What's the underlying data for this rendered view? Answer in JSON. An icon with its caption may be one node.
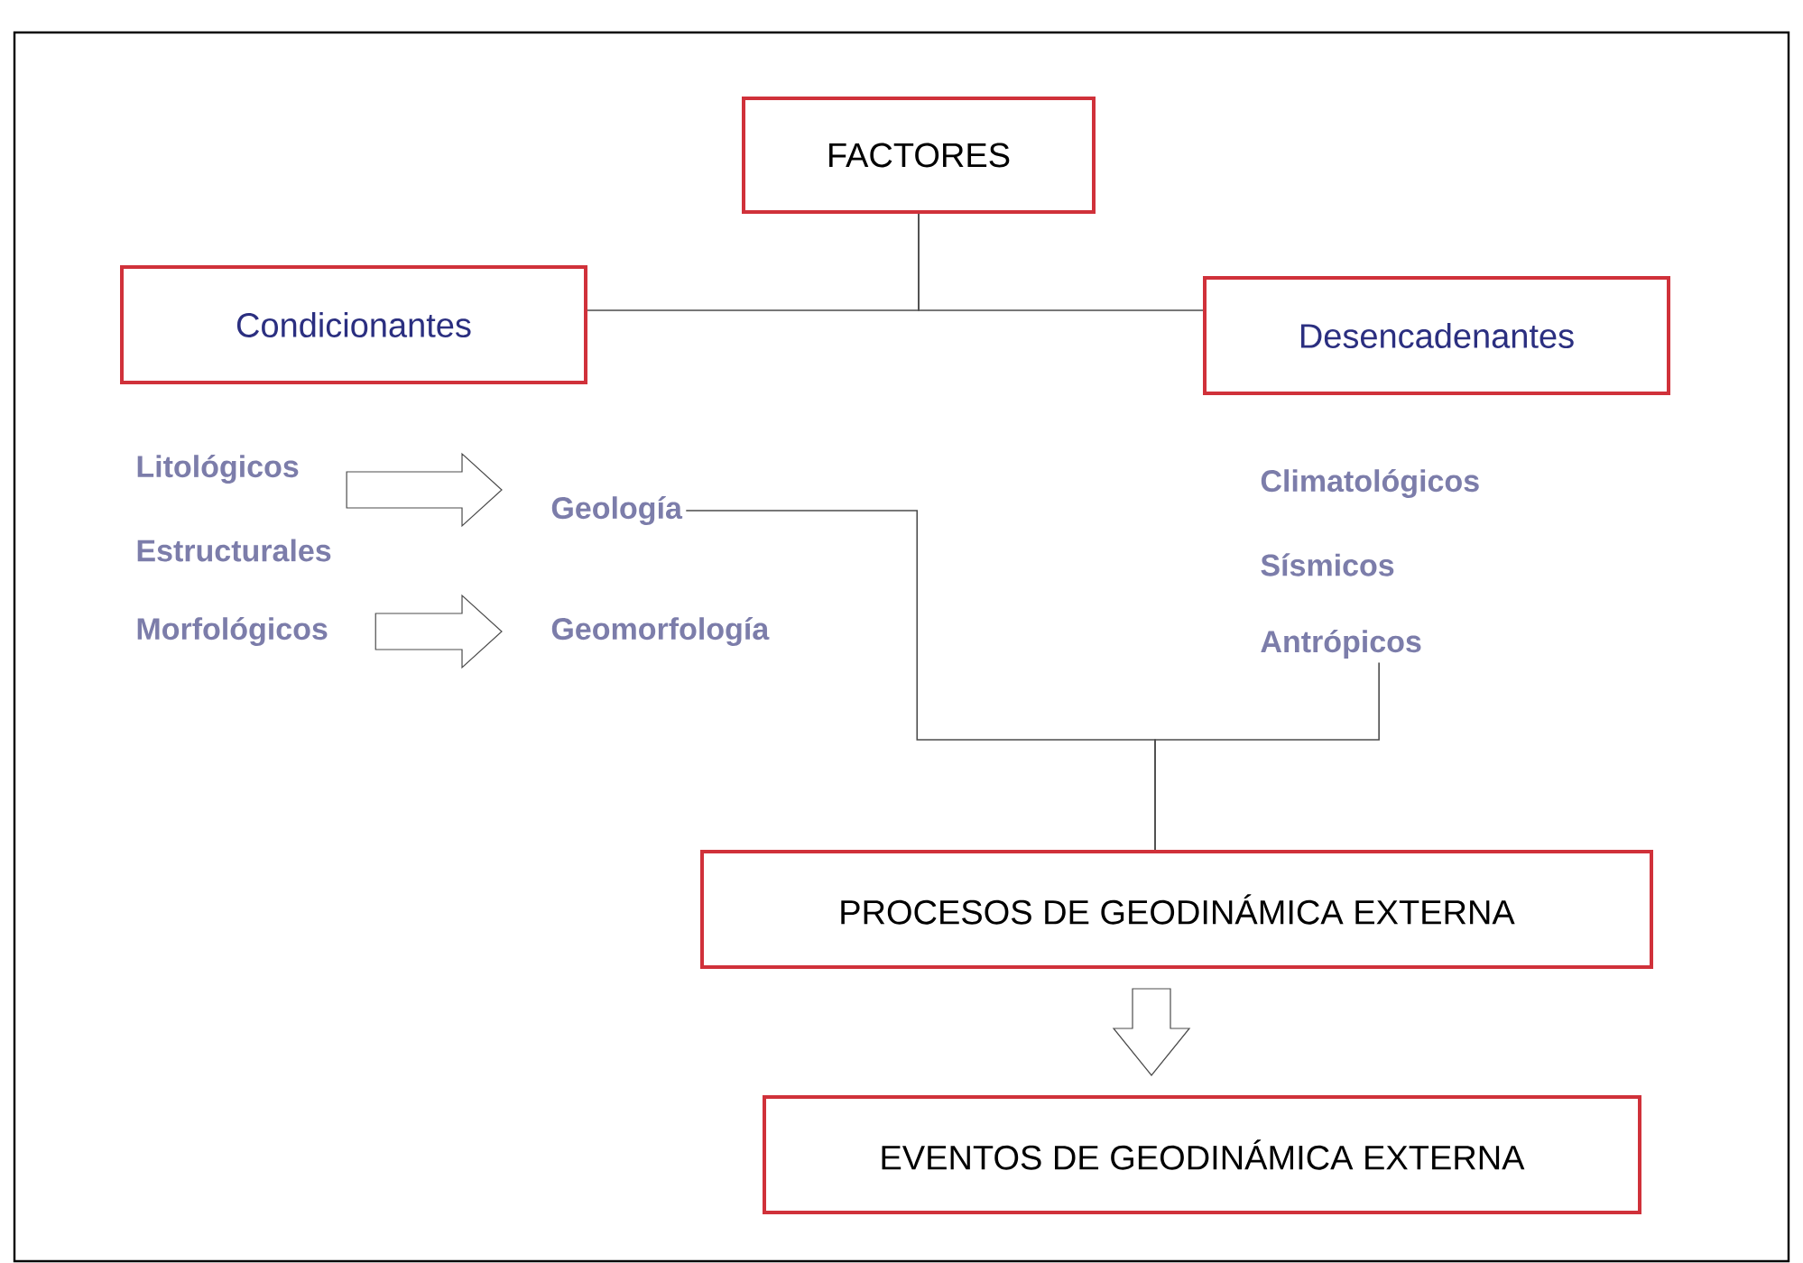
{
  "diagram": {
    "nodes": [
      {
        "text": [
          "FACTORES"
        ]
      },
      {
        "text": [
          "Condicionantes"
        ]
      },
      {
        "text": [
          "Desencadenantes"
        ]
      },
      {
        "text": [
          "Litológicos"
        ]
      },
      {
        "text": [
          "Estructurales"
        ]
      },
      {
        "text": [
          "Morfológicos"
        ]
      },
      {
        "text": [
          "Geología"
        ]
      },
      {
        "text": [
          "Geomorfología"
        ]
      },
      {
        "text": [
          "Climatológicos"
        ]
      },
      {
        "text": [
          "Sísmicos"
        ]
      },
      {
        "text": [
          "Antrópicos"
        ]
      },
      {
        "text": [
          "PROCESOS DE GEODINÁMICA EXTERNA"
        ]
      },
      {
        "text": [
          "EVENTOS DE GEODINÁMICA EXTERNA"
        ]
      }
    ],
    "edges": [
      {
        "from": 0,
        "to": 1,
        "arrow": "none"
      },
      {
        "from": 0,
        "to": 2,
        "arrow": "none"
      },
      {
        "from": 3,
        "to": 6,
        "arrow": "to"
      },
      {
        "from": 5,
        "to": 7,
        "arrow": "to"
      },
      {
        "from": 6,
        "to": 11,
        "arrow": "none"
      },
      {
        "from": 10,
        "to": 11,
        "arrow": "none"
      },
      {
        "from": 11,
        "to": 12,
        "arrow": "to"
      }
    ]
  }
}
